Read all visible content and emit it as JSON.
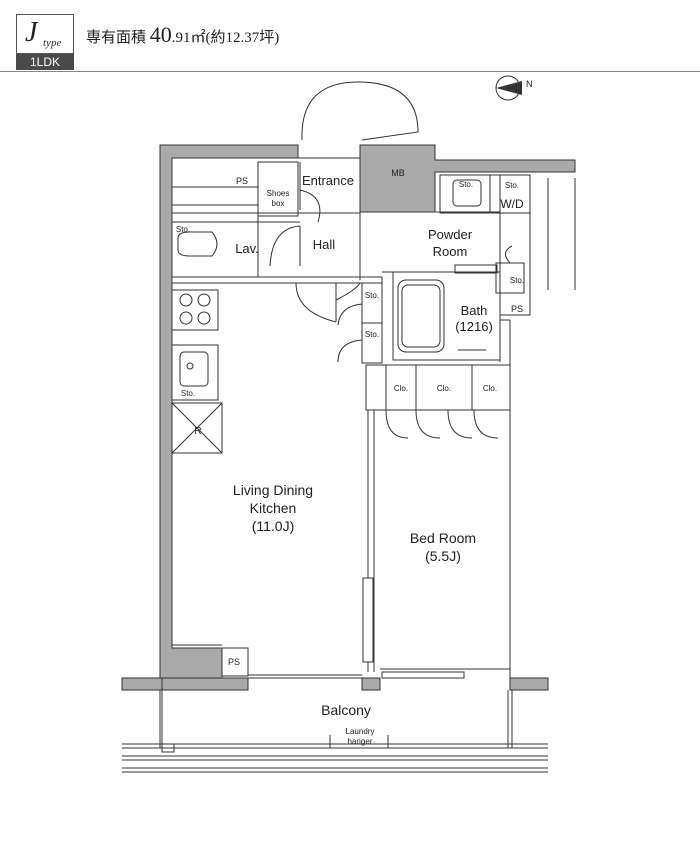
{
  "header": {
    "type_letter": "J",
    "type_word": "type",
    "layout_badge": "1LDK",
    "area_label": "専有面積",
    "area_number": "40",
    "area_decimal": ".91㎡",
    "area_tsubo": "(約12.37坪)"
  },
  "compass": {
    "label": "N"
  },
  "rooms": {
    "entrance": "Entrance",
    "ps_top": "PS",
    "shoes_box_1": "Shoes",
    "shoes_box_2": "box",
    "mb": "MB",
    "sto_wd": "Sto.",
    "sto_laundry": "Sto.",
    "wd": "W/D",
    "sto_lav": "Sto.",
    "lav": "Lav.",
    "hall": "Hall",
    "powder_1": "Powder",
    "powder_2": "Room",
    "sto_ps": "Sto.",
    "ps_right": "PS",
    "bath": "Bath",
    "bath_size": "(1216)",
    "sto_hall_1": "Sto.",
    "sto_hall_2": "Sto.",
    "sto_kitchen": "Sto.",
    "fridge": "R",
    "clo_1": "Clo.",
    "clo_2": "Clo.",
    "clo_3": "Clo.",
    "ldk_1": "Living Dining",
    "ldk_2": "Kitchen",
    "ldk_size": "(11.0J)",
    "bed_1": "Bed Room",
    "bed_size": "(5.5J)",
    "ps_bottom": "PS",
    "balcony": "Balcony",
    "laundry_1": "Laundry",
    "laundry_2": "hanger"
  },
  "colors": {
    "wall": "#aaaaaa",
    "badge": "#4a4a4a",
    "line": "#333333"
  }
}
